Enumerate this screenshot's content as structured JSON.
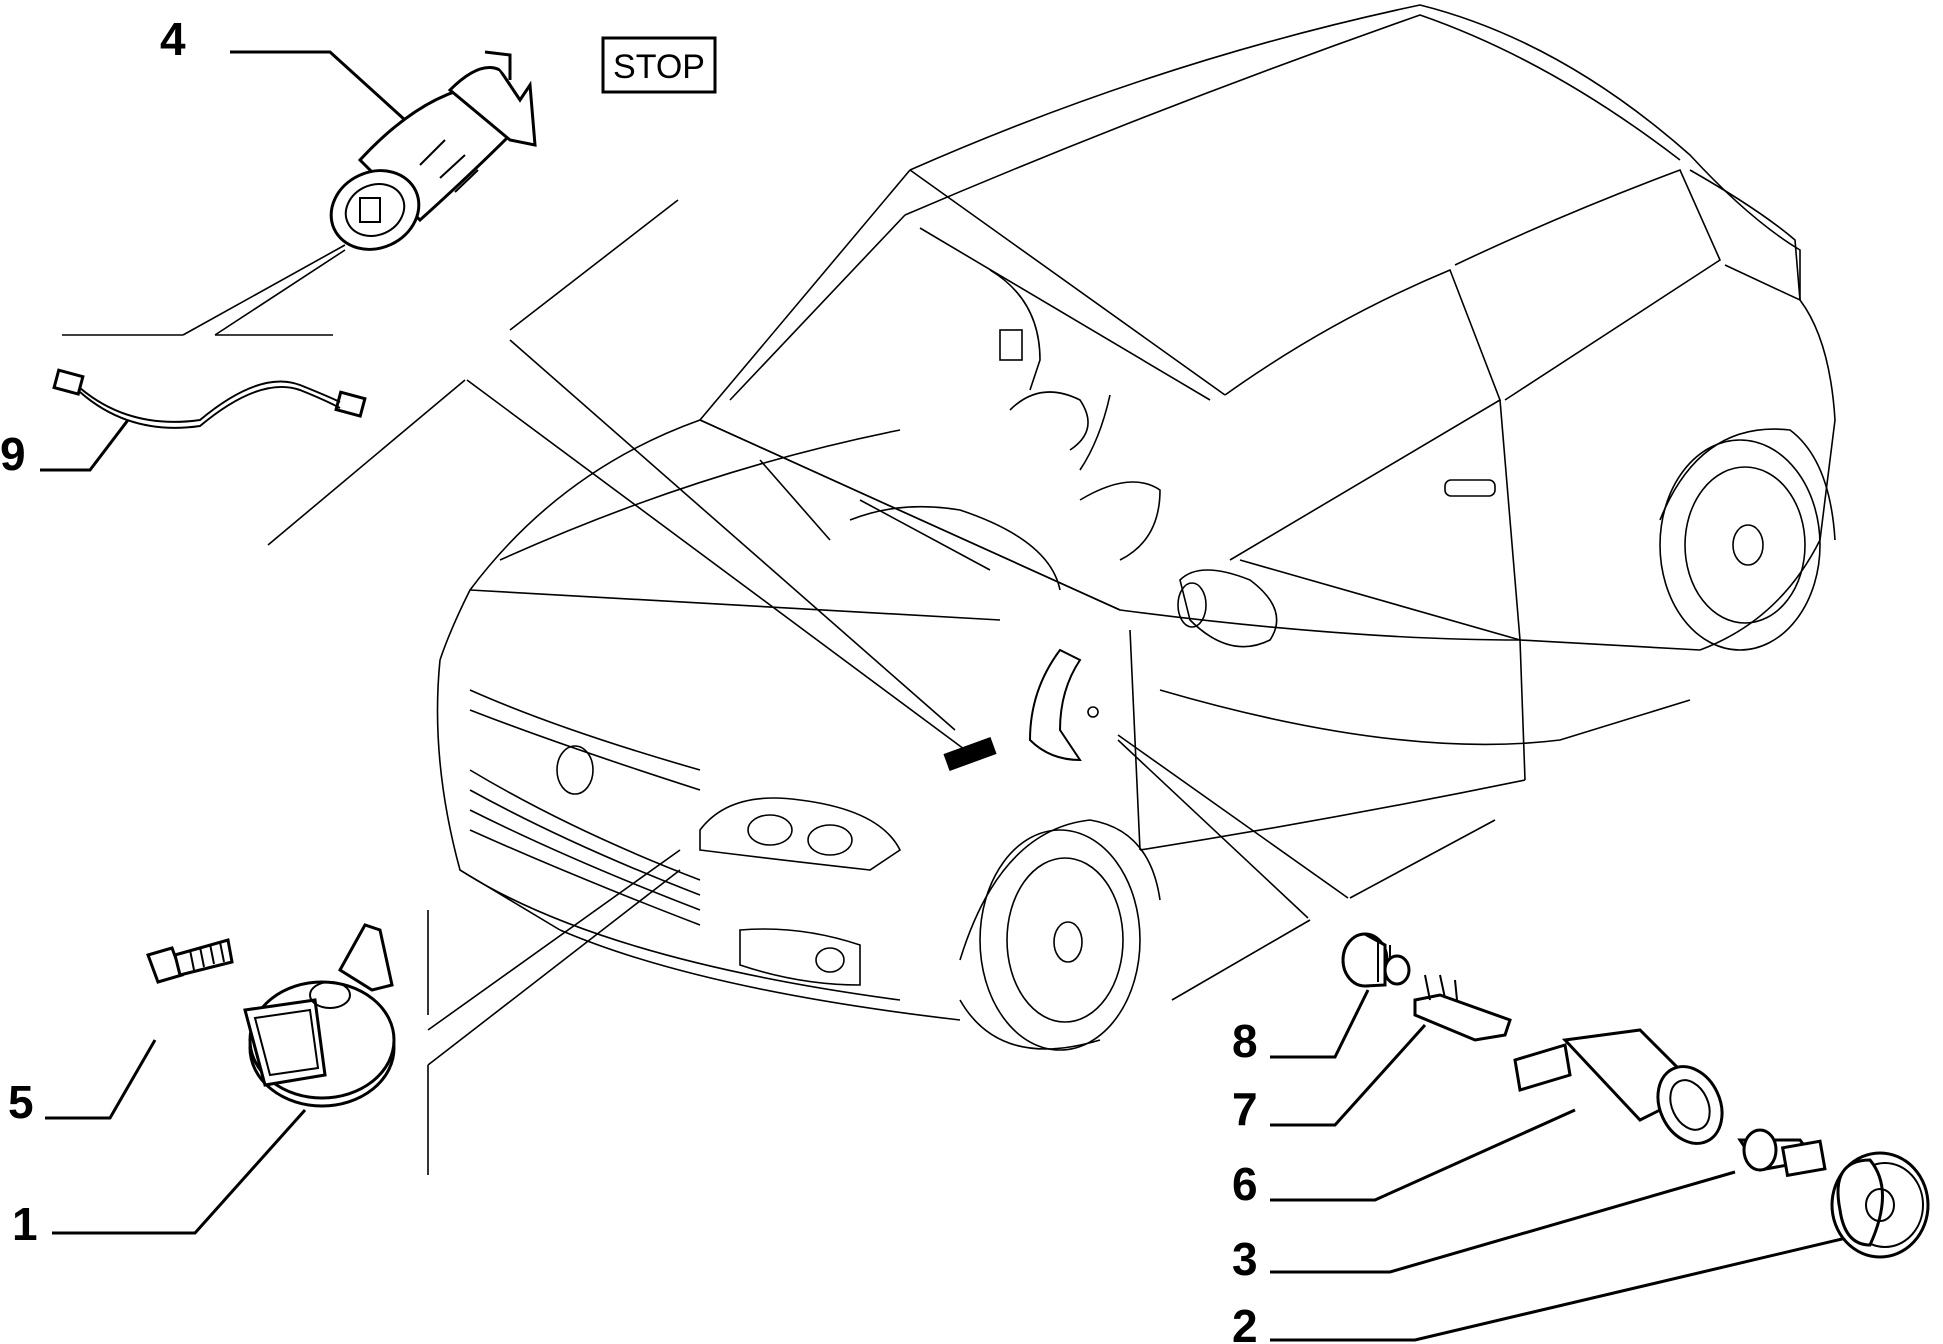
{
  "diagram": {
    "stop_label": "STOP",
    "callouts": [
      "4",
      "9",
      "5",
      "1",
      "8",
      "7",
      "6",
      "3",
      "2"
    ]
  },
  "parts": [
    {
      "number": "1",
      "icon": "horn-icon"
    },
    {
      "number": "2",
      "icon": "switch-housing-icon"
    },
    {
      "number": "3",
      "icon": "plunger-switch-icon"
    },
    {
      "number": "4",
      "icon": "stop-light-switch-icon"
    },
    {
      "number": "5",
      "icon": "bolt-icon"
    },
    {
      "number": "6",
      "icon": "contact-switch-icon"
    },
    {
      "number": "7",
      "icon": "bracket-icon"
    },
    {
      "number": "8",
      "icon": "rubber-boot-icon"
    },
    {
      "number": "9",
      "icon": "wiring-harness-icon"
    }
  ]
}
